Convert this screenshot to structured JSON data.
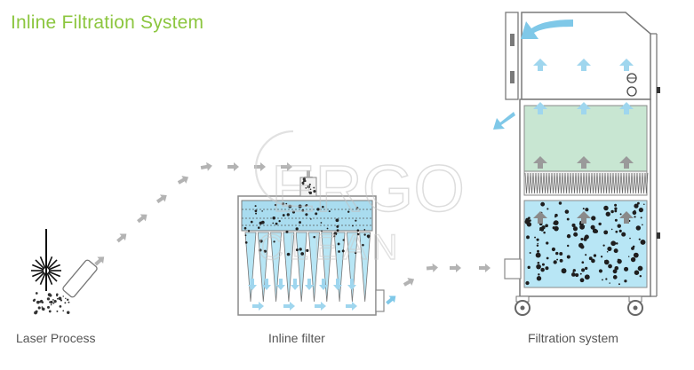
{
  "title": "Inline Filtration System",
  "captions": {
    "laser": "Laser Process",
    "inline": "Inline filter",
    "system": "Filtration system"
  },
  "watermark": {
    "line1": "ERGO",
    "line2": "CLEAN"
  },
  "colors": {
    "title": "#8cc63f",
    "caption": "#555555",
    "arrow_gray": "#b3b3b3",
    "arrow_blue": "#7fc8e8",
    "water": "#b8e6f5",
    "filter_green": "#c8e6d2",
    "outline": "#8a8a8a"
  }
}
